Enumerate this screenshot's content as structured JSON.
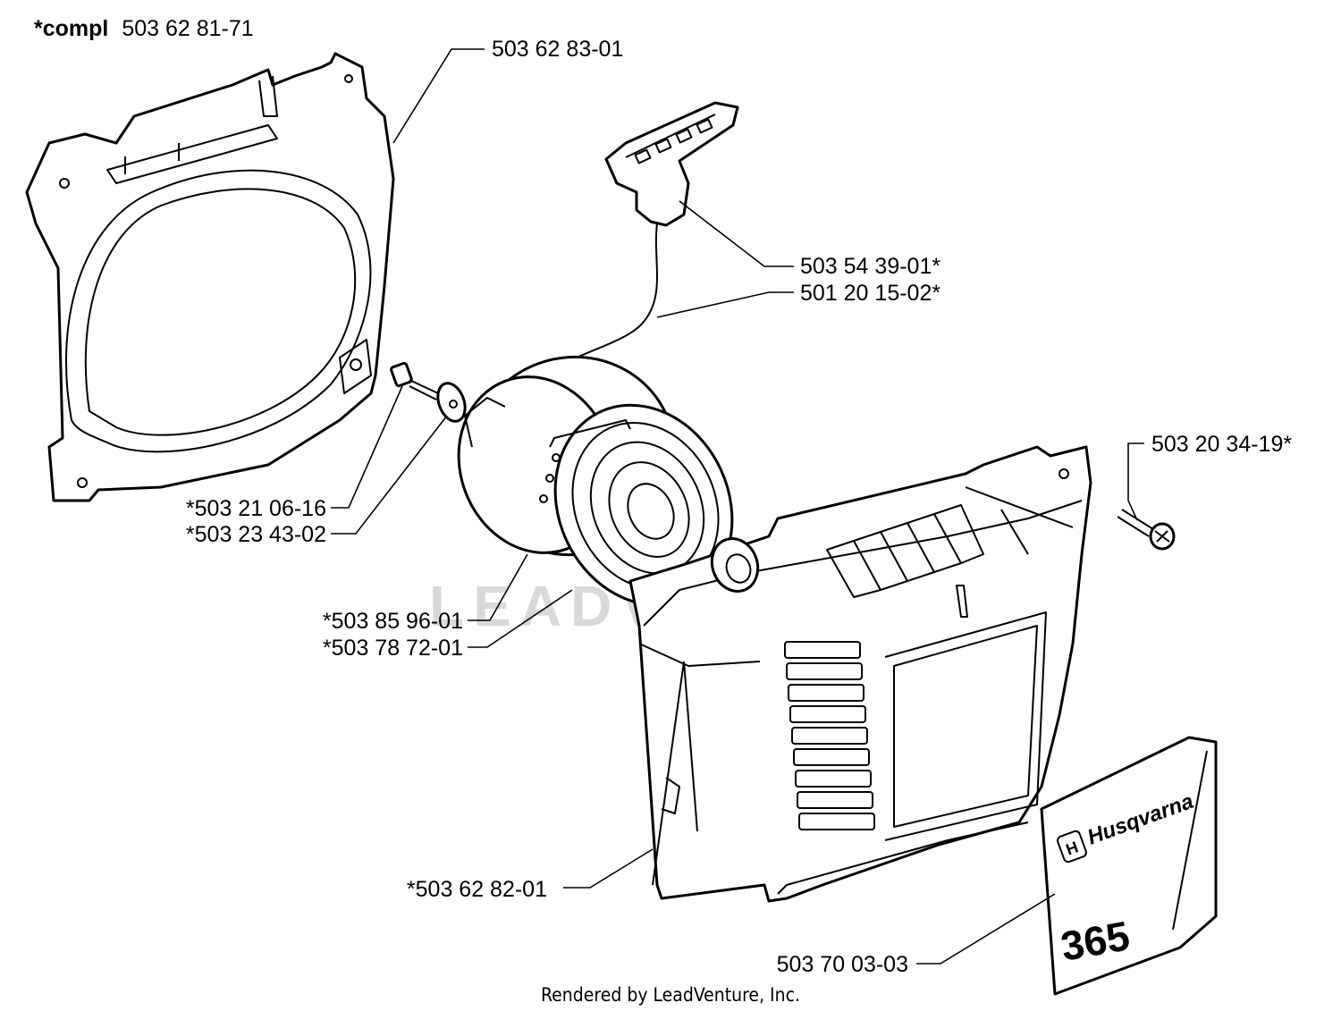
{
  "header": {
    "prefix": "*compl",
    "number": "503 62 81-71"
  },
  "watermark": "LEADVENTURE",
  "footer": "Rendered by LeadVenture, Inc.",
  "decal": {
    "brand": "Husqvarna",
    "model": "365"
  },
  "labels": {
    "fan_housing": "503 62 83-01",
    "handle": "503 54 39-01*",
    "cord": "501 20 15-02*",
    "screw_right": "503 20 34-19*",
    "screw_left": "*503 21 06-16",
    "washer": "*503 23 43-02",
    "pulley": "*503 85 96-01",
    "spring": "*503 78 72-01",
    "starter_cover": "*503 62 82-01",
    "decal": "503 70 03-03"
  }
}
